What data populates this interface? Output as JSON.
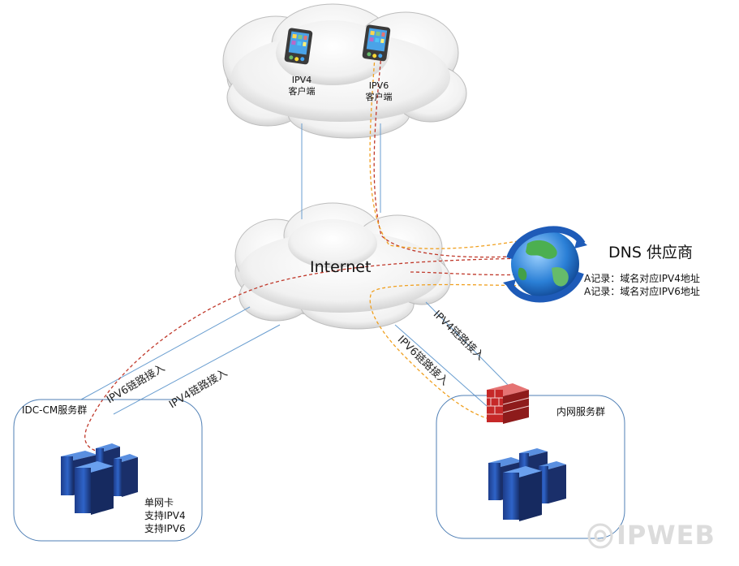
{
  "cloud_top": {
    "client_ipv4": {
      "line1": "IPV4",
      "line2": "客户端"
    },
    "client_ipv6": {
      "line1": "IPV6",
      "line2": "客户端"
    }
  },
  "internet_label": "Internet",
  "dns": {
    "title": "DNS 供应商",
    "record_ipv4": "A记录：域名对应IPV4地址",
    "record_ipv6": "A记录：域名对应IPV6地址"
  },
  "links": {
    "idc_ipv6": "IPV6链路接入",
    "idc_ipv4": "IPV4链路接入",
    "lan_ipv4": "IPV4链路接入",
    "lan_ipv6": "IPV6链路接入"
  },
  "idc_group": {
    "title": "IDC-CM服务群",
    "note1": "单网卡",
    "note2": "支持IPV4",
    "note3": "支持IPV6"
  },
  "lan_group": {
    "title": "内网服务群"
  },
  "watermark": "IPWEB",
  "colors": {
    "line_blue": "#6a9ed0",
    "ipv6_red": "#c0392b",
    "ipv4_orange": "#f0a020",
    "firewall_red": "#c62828",
    "globe_blue": "#2a6fc9"
  }
}
